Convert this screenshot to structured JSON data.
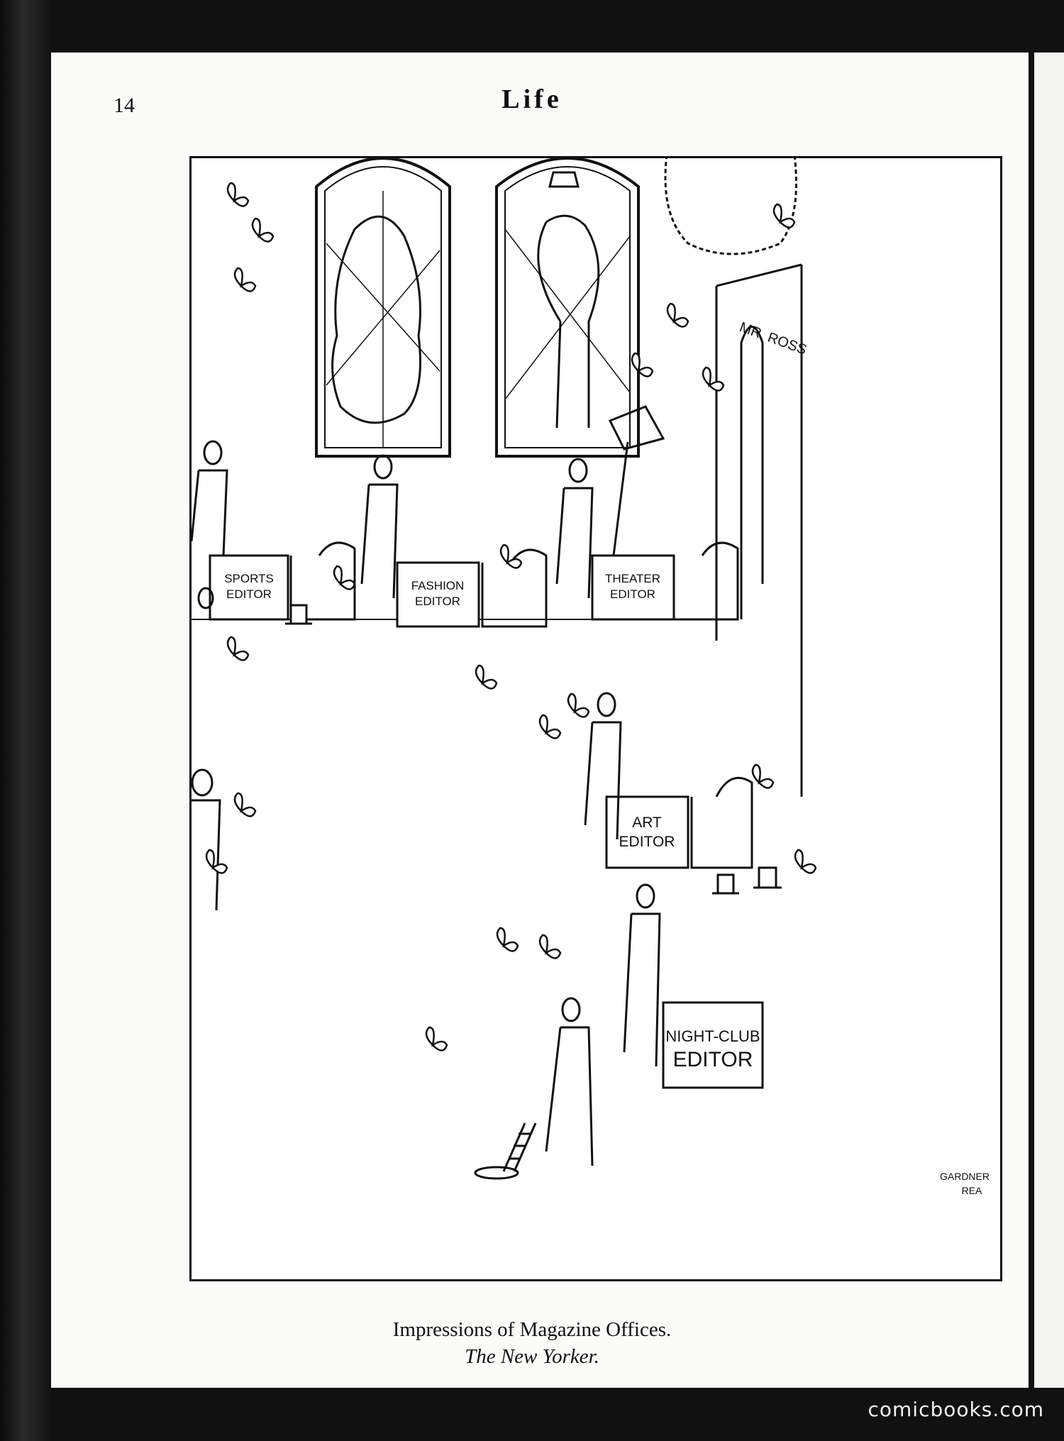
{
  "page": {
    "number": "14",
    "running_title": "Life"
  },
  "cartoon": {
    "door_sign": "MR. ROSS",
    "desks": [
      {
        "line1": "SPORTS",
        "line2": "EDITOR"
      },
      {
        "line1": "FASHION",
        "line2": "EDITOR"
      },
      {
        "line1": "THEATER",
        "line2": "EDITOR"
      },
      {
        "line1": "ART",
        "line2": "EDITOR"
      },
      {
        "line1": "NIGHT-CLUB",
        "line2": "EDITOR"
      }
    ],
    "signature_line1": "GARDNER",
    "signature_line2": "REA"
  },
  "caption": {
    "line1": "Impressions of Magazine Offices.",
    "line2": "The New Yorker."
  },
  "watermark": "comicbooks.com",
  "icons": [
    "butterfly-icon",
    "top-hat-icon",
    "lamp-icon"
  ]
}
